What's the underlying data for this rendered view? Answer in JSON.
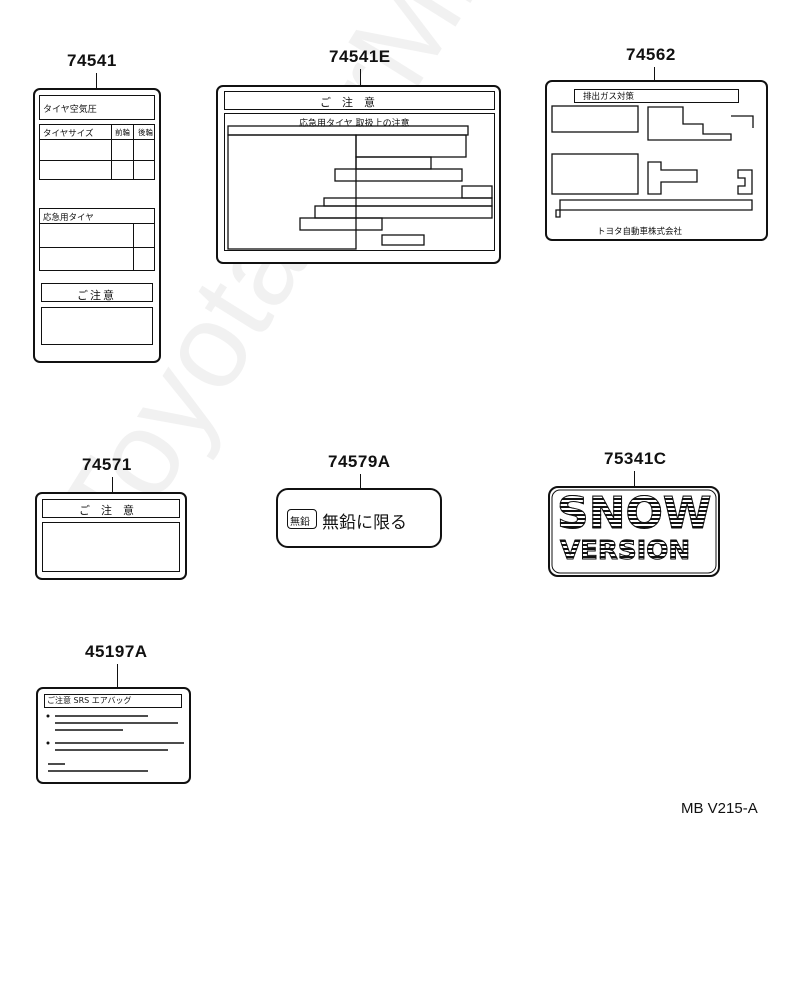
{
  "parts": [
    {
      "id": "p1",
      "number": "74541"
    },
    {
      "id": "p2",
      "number": "74541E"
    },
    {
      "id": "p3",
      "number": "74562"
    },
    {
      "id": "p4",
      "number": "74571"
    },
    {
      "id": "p5",
      "number": "74579A"
    },
    {
      "id": "p6",
      "number": "75341C"
    },
    {
      "id": "p7",
      "number": "45197A"
    }
  ],
  "label_texts": {
    "tire_pressure_title": "タイヤ空気圧",
    "tire_size": "タイヤサイズ",
    "front_wheel": "前輪",
    "rear_wheel": "後輪",
    "spare_tire": "応急用タイヤ",
    "caution_go_chui": "ご注意",
    "caution_spaced": "ご　注　意",
    "spare_tire_caution": "応急用タイヤ 取扱上の注意",
    "emission_title": "排出ガス対策",
    "toyota_company": "トヨタ自動車株式会社",
    "fuel_type": "無鉛",
    "unleaded_only": "無鉛に限る",
    "snow": "SNOW",
    "version": "VERSION",
    "airbag_title": "ご注意 SRS エアバッグ"
  },
  "diagram_code": "MB V215-A",
  "watermark": "ToyotaCarMine.ru"
}
